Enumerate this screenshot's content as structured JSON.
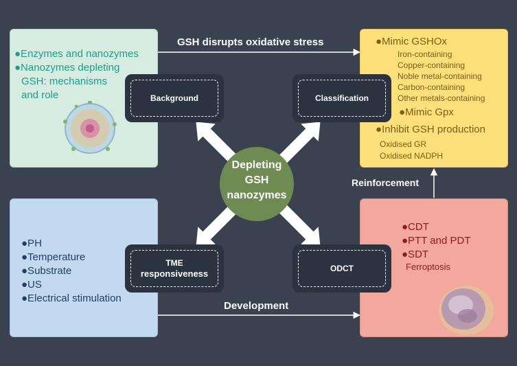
{
  "hub": {
    "lines": [
      "Depleting",
      "GSH",
      "nanozymes"
    ]
  },
  "tags": {
    "background": "Background",
    "classification": "Classification",
    "tme_line1": "TME",
    "tme_line2": "responsiveness",
    "odct": "ODCT"
  },
  "flows": {
    "top": "GSH disrupts oxidative stress",
    "bottom": "Development",
    "right": "Reinforcement"
  },
  "panels": {
    "background": {
      "items": [
        "●Enzymes and nanozymes",
        "●Nanozymes depleting",
        "GSH: mechanisms",
        "and role"
      ]
    },
    "classification": {
      "mimic_gshox": "●Mimic GSHOx",
      "gshox_subs": [
        "Iron-containing",
        "Copper-containing",
        "Noble metal-containing",
        "Carbon-containing",
        "Other metals-containing"
      ],
      "mimic_gpx": "●Mimic Gpx",
      "inhibit": "●Inhibit GSH production",
      "inhibit_subs": [
        "Oxidised GR",
        "Oxidised NADPH"
      ]
    },
    "tme": {
      "items": [
        "●PH",
        "●Temperature",
        "●Substrate",
        "●US",
        "●Electrical stimulation"
      ]
    },
    "odct": {
      "items": [
        "●CDT",
        "●PTT and PDT",
        "●SDT"
      ],
      "sub": "Ferroptosis"
    }
  },
  "colors": {
    "background": "#3a4250",
    "panel_background": "#d6ece1",
    "panel_classification": "#fde07a",
    "panel_tme": "#c3d9ef",
    "panel_odct": "#f2a89c",
    "hub": "#6e8c52",
    "text_teal": "#1aa08a",
    "text_olive": "#7a5e12",
    "text_navy": "#1f3f66",
    "text_maroon": "#8a1c1c"
  }
}
